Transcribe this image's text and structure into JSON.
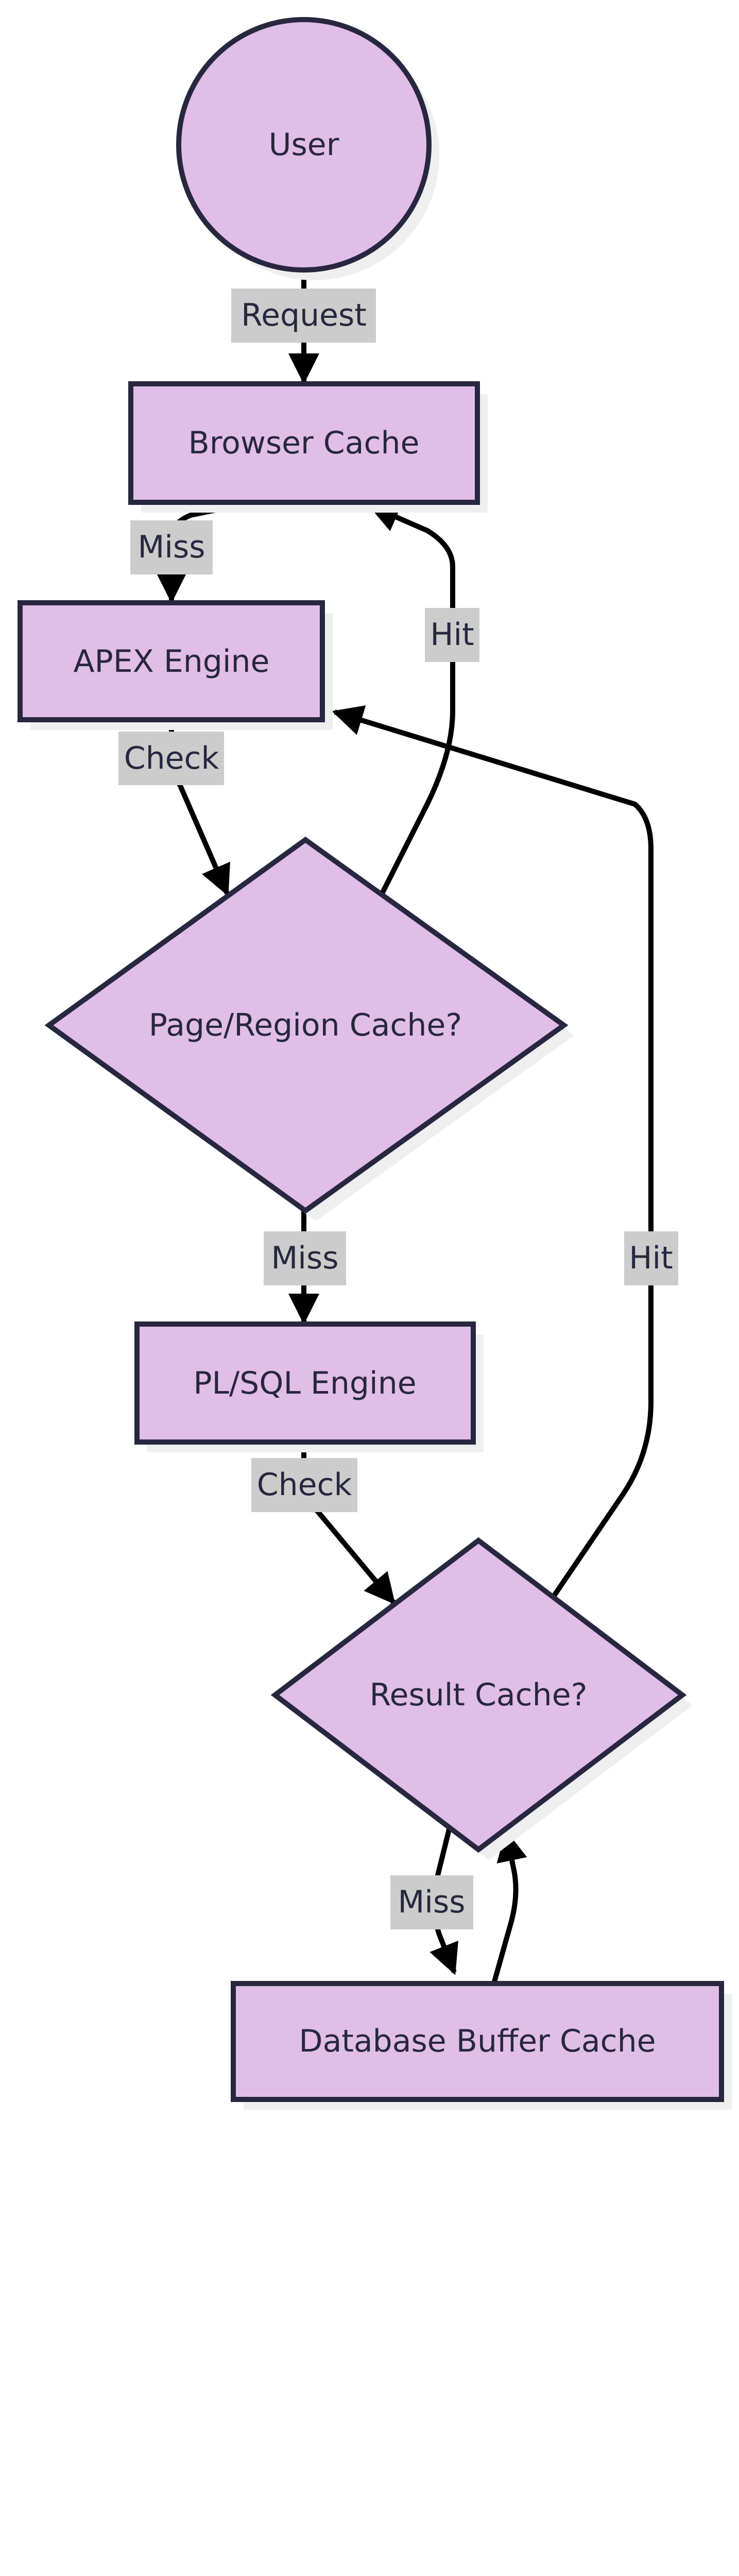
{
  "colors": {
    "node_fill": "#e1bee7",
    "node_stroke": "#27273f",
    "edge": "#000000",
    "edge_label_bg": "#cccccc",
    "text": "#27273f"
  },
  "nodes": {
    "user": "User",
    "browser_cache": "Browser Cache",
    "apex_engine": "APEX Engine",
    "page_region_cache": "Page/Region Cache?",
    "plsql_engine": "PL/SQL Engine",
    "result_cache": "Result Cache?",
    "db_buffer_cache": "Database Buffer Cache"
  },
  "edges": {
    "user_to_browser": "Request",
    "browser_to_apex": "Miss",
    "apex_to_page_region": "Check",
    "page_region_hit": "Hit",
    "page_region_miss": "Miss",
    "plsql_to_result": "Check",
    "result_hit": "Hit",
    "result_miss": "Miss"
  }
}
